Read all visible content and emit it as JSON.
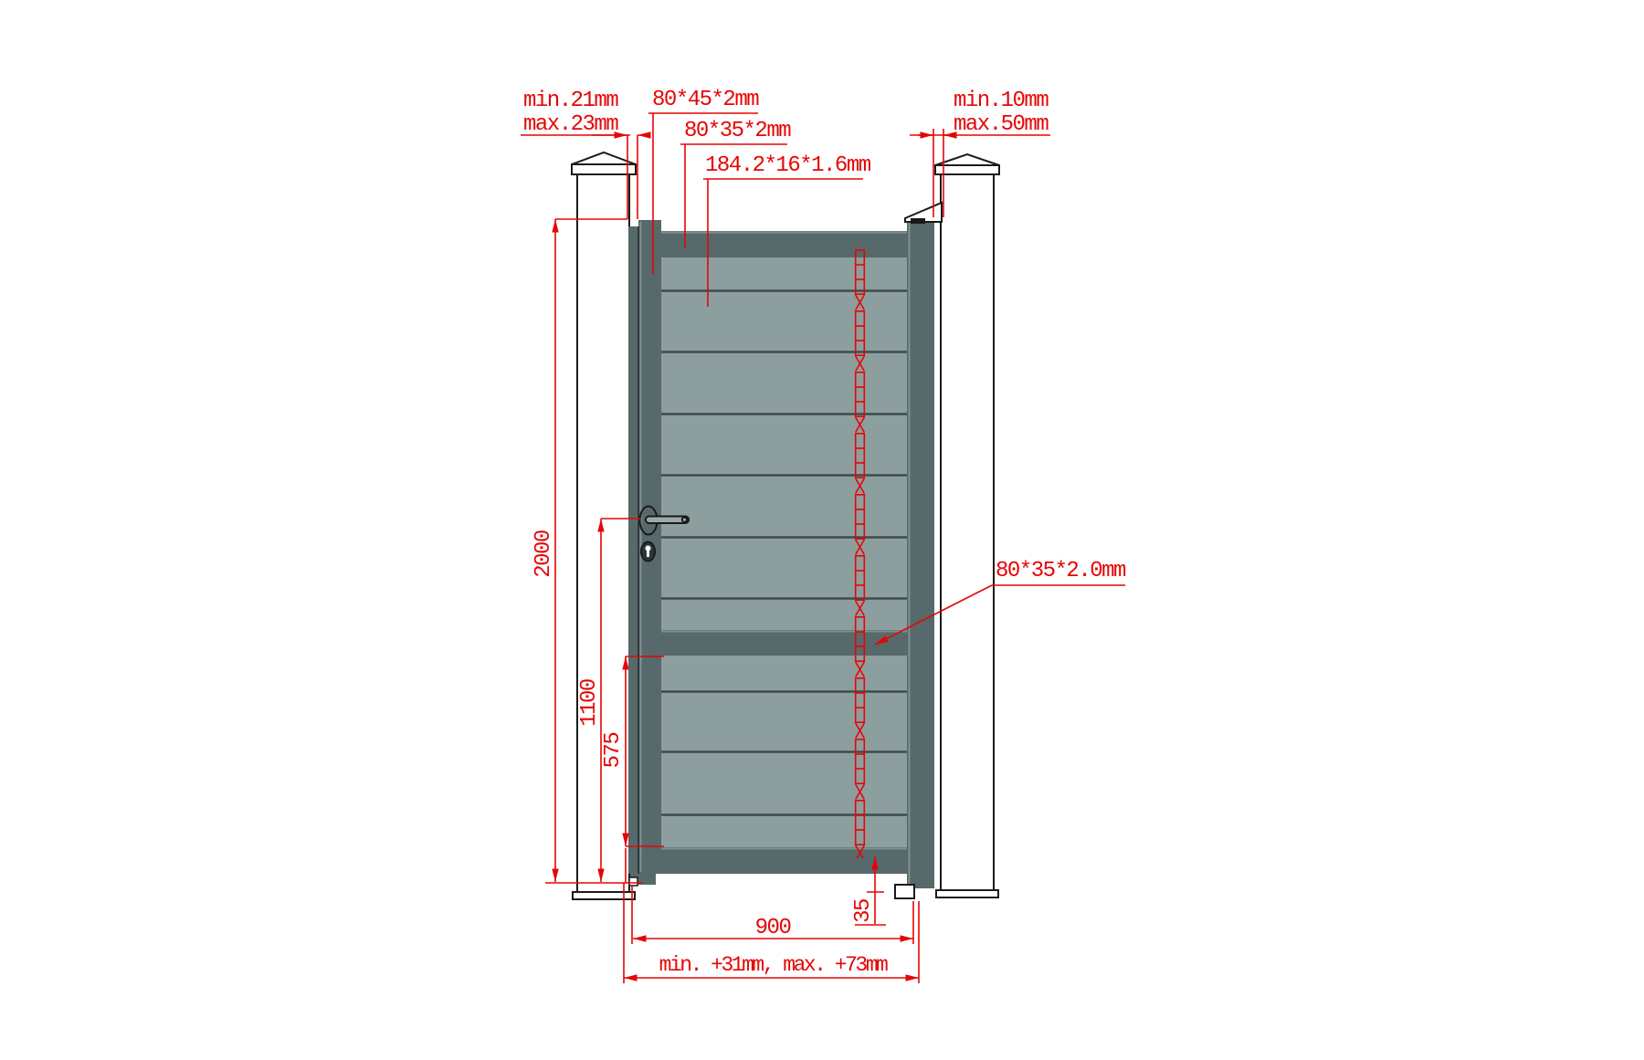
{
  "drawing": {
    "title": "pedestrian-gate-technical-drawing",
    "labels": {
      "gap_left_min": "min.21mm",
      "gap_left_max": "max.23mm",
      "hinge_stile_profile": "80*45*2mm",
      "top_rail_profile": "80*35*2mm",
      "slat_profile": "184.2*16*1.6mm",
      "gap_right_min": "min.10mm",
      "gap_right_max": "max.50mm",
      "middle_rail_profile": "80*35*2.0mm",
      "gate_height": "2000",
      "handle_height": "1100",
      "lower_section_height": "575",
      "bottom_rail_offset": "35",
      "leaf_width": "900",
      "overall_width_note": "min. +31mm, max. +73mm"
    },
    "colors": {
      "dimension_red": "#e60505",
      "frame_dark": "#57696a",
      "frame_highlight": "#7f9293",
      "panel_light": "#8d9e9e",
      "seam_dark": "#3c4c4c",
      "outline_black": "#1a1a1a",
      "background": "#ffffff"
    }
  }
}
